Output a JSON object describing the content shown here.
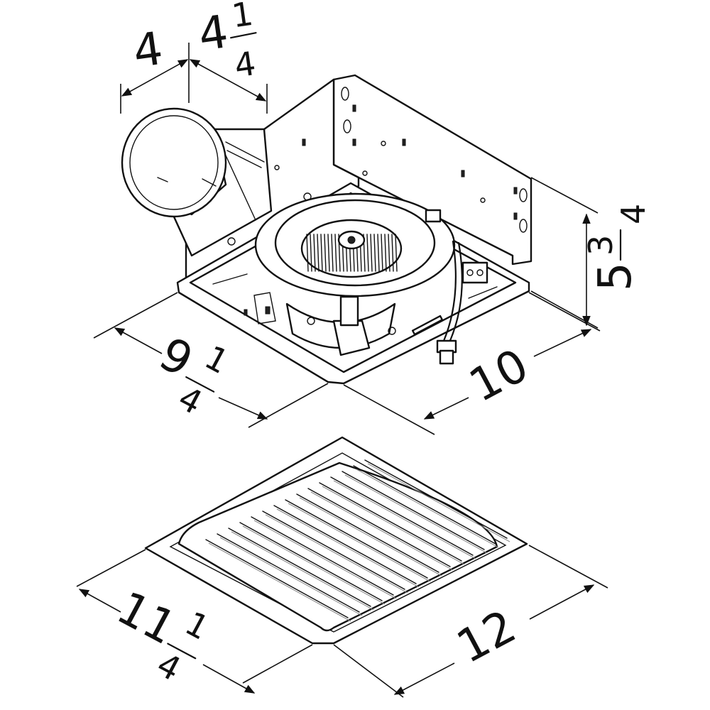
{
  "fan_housing": {
    "duct_length": {
      "whole": "4"
    },
    "duct_diameter": {
      "whole": "4",
      "num": "1",
      "den": "4"
    },
    "height": {
      "whole": "5",
      "num": "3",
      "den": "4"
    },
    "width": {
      "whole": "9",
      "num": "1",
      "den": "4"
    },
    "depth": {
      "whole": "10"
    }
  },
  "grille": {
    "width": {
      "whole": "11",
      "num": "1",
      "den": "4"
    },
    "depth": {
      "whole": "12"
    }
  },
  "colors": {
    "line": "#111111",
    "background": "#ffffff"
  }
}
